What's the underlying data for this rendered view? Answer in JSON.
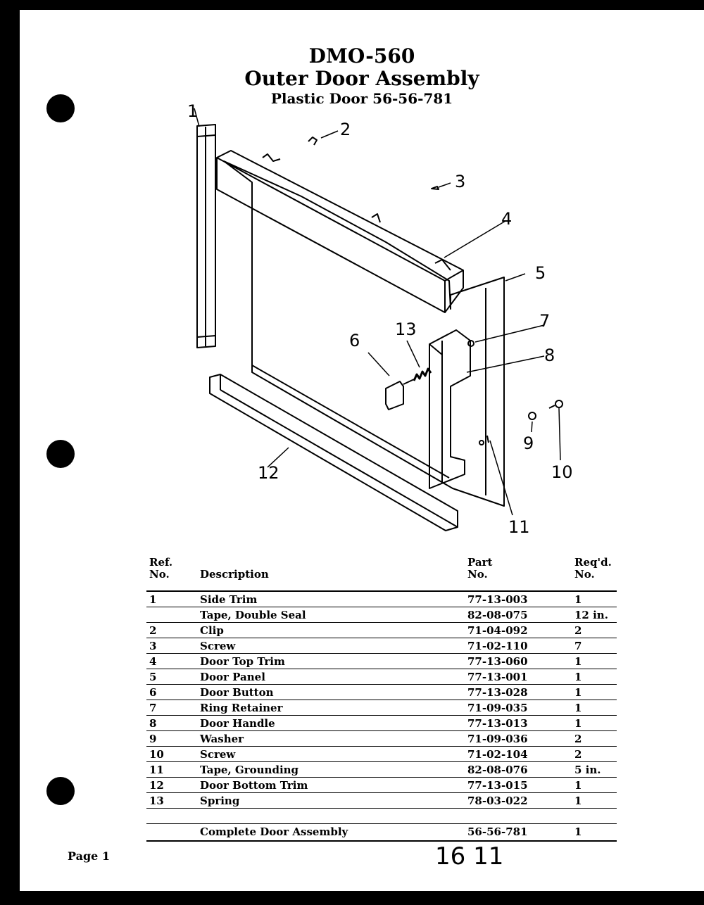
{
  "title": {
    "model": "DMO-560",
    "assembly": "Outer Door Assembly",
    "subtitle": "Plastic Door 56-56-781"
  },
  "callouts": [
    "1",
    "2",
    "3",
    "4",
    "5",
    "6",
    "7",
    "8",
    "9",
    "10",
    "11",
    "12",
    "13"
  ],
  "table": {
    "headers": {
      "ref": "Ref.\nNo.",
      "description": "Description",
      "part": "Part\nNo.",
      "reqd": "Req'd.\nNo."
    },
    "rows": [
      {
        "ref": "1",
        "description": "Side Trim",
        "part": "77-13-003",
        "reqd": "1"
      },
      {
        "ref": "",
        "description": "Tape, Double Seal",
        "part": "82-08-075",
        "reqd": "12 in."
      },
      {
        "ref": "2",
        "description": "Clip",
        "part": "71-04-092",
        "reqd": "2"
      },
      {
        "ref": "3",
        "description": "Screw",
        "part": "71-02-110",
        "reqd": "7"
      },
      {
        "ref": "4",
        "description": "Door Top Trim",
        "part": "77-13-060",
        "reqd": "1"
      },
      {
        "ref": "5",
        "description": "Door Panel",
        "part": "77-13-001",
        "reqd": "1"
      },
      {
        "ref": "6",
        "description": "Door Button",
        "part": "77-13-028",
        "reqd": "1"
      },
      {
        "ref": "7",
        "description": "Ring Retainer",
        "part": "71-09-035",
        "reqd": "1"
      },
      {
        "ref": "8",
        "description": "Door Handle",
        "part": "77-13-013",
        "reqd": "1"
      },
      {
        "ref": "9",
        "description": "Washer",
        "part": "71-09-036",
        "reqd": "2"
      },
      {
        "ref": "10",
        "description": "Screw",
        "part": "71-02-104",
        "reqd": "2"
      },
      {
        "ref": "11",
        "description": "Tape, Grounding",
        "part": "82-08-076",
        "reqd": "5 in."
      },
      {
        "ref": "12",
        "description": "Door Bottom Trim",
        "part": "77-13-015",
        "reqd": "1"
      },
      {
        "ref": "13",
        "description": "Spring",
        "part": "78-03-022",
        "reqd": "1"
      }
    ],
    "total": {
      "ref": "",
      "description": "Complete Door Assembly",
      "part": "56-56-781",
      "reqd": "1"
    }
  },
  "footer": {
    "page": "Page 1",
    "handwriting": "16 11"
  }
}
